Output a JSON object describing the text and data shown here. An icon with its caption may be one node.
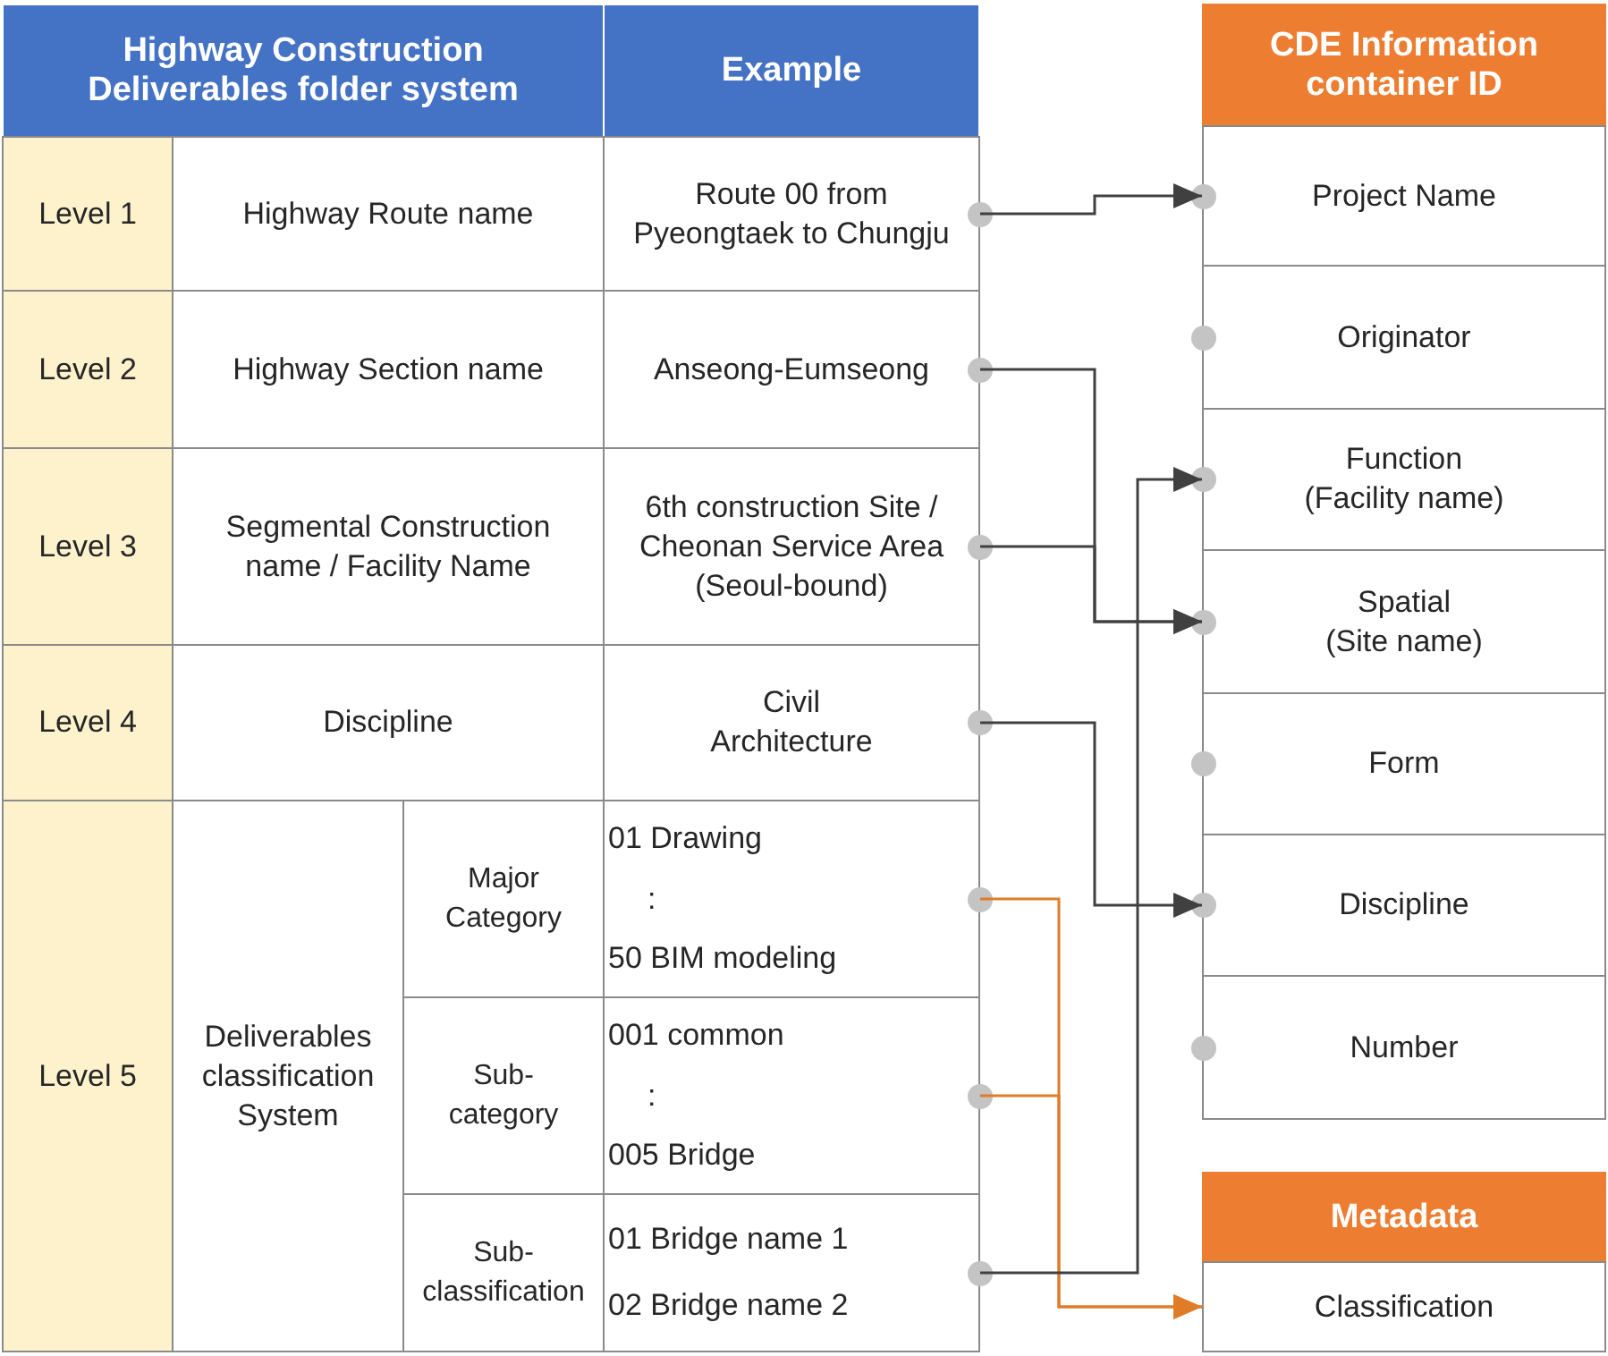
{
  "diagram": {
    "nodes": [
      {
        "text": [
          "Highway Construction Deliverables folder system"
        ]
      },
      {
        "text": [
          "Example"
        ]
      },
      {
        "text": [
          "Level 1"
        ]
      },
      {
        "text": [
          "Highway Route name"
        ]
      },
      {
        "text": [
          "Route 00 from Pyeongtaek to Chungju"
        ]
      },
      {
        "text": [
          "Level 2"
        ]
      },
      {
        "text": [
          "Highway Section name"
        ]
      },
      {
        "text": [
          "Anseong-Eumseong"
        ]
      },
      {
        "text": [
          "Level 3"
        ]
      },
      {
        "text": [
          "Segmental Construction name / Facility Name"
        ]
      },
      {
        "text": [
          "6th construction Site / Cheonan Service Area (Seoul-bound)"
        ]
      },
      {
        "text": [
          "Level 4"
        ]
      },
      {
        "text": [
          "Discipline"
        ]
      },
      {
        "text": [
          "Civil",
          "Architecture"
        ]
      },
      {
        "text": [
          "Level 5"
        ]
      },
      {
        "text": [
          "Deliverables classification System"
        ]
      },
      {
        "text": [
          "Major Category"
        ]
      },
      {
        "text": [
          "01 Drawing",
          ":",
          "50 BIM modeling"
        ]
      },
      {
        "text": [
          "Sub-category"
        ]
      },
      {
        "text": [
          "001 common",
          ":",
          "005 Bridge"
        ]
      },
      {
        "text": [
          "Sub-classification"
        ]
      },
      {
        "text": [
          "01 Bridge name 1",
          "02 Bridge name 2"
        ]
      },
      {
        "text": [
          "CDE Information container ID"
        ]
      },
      {
        "text": [
          "Project Name"
        ]
      },
      {
        "text": [
          "Originator"
        ]
      },
      {
        "text": [
          "Function",
          "(Facility name)"
        ]
      },
      {
        "text": [
          "Spatial",
          "(Site name)"
        ]
      },
      {
        "text": [
          "Form"
        ]
      },
      {
        "text": [
          "Discipline"
        ]
      },
      {
        "text": [
          "Number"
        ]
      },
      {
        "text": [
          "Metadata"
        ]
      },
      {
        "text": [
          "Classification"
        ]
      }
    ],
    "edges": [
      {
        "from": 4,
        "to": 23,
        "arrow": "to"
      },
      {
        "from": 7,
        "to": 26,
        "arrow": "to"
      },
      {
        "from": 10,
        "to": 26,
        "arrow": "to"
      },
      {
        "from": 13,
        "to": 28,
        "arrow": "to"
      },
      {
        "from": 17,
        "to": 31,
        "arrow": "to",
        "color": "#e07b28"
      },
      {
        "from": 19,
        "to": 31,
        "arrow": "to",
        "color": "#e07b28"
      },
      {
        "from": 21,
        "to": 25,
        "arrow": "to"
      }
    ]
  }
}
